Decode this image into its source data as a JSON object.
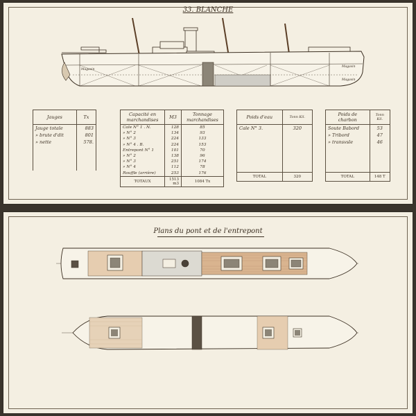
{
  "drawing": {
    "title": "33. BLANCHE",
    "plans_title": "Plans du pont et de l'entrepont"
  },
  "profile": {
    "label_magasin": "Magasin"
  },
  "tables": {
    "jauges": {
      "headers": [
        "Jauges",
        "Tx"
      ],
      "rows": [
        {
          "label": "Jauge totale",
          "value": "883"
        },
        {
          "label": "» brute d'dit",
          "value": "801"
        },
        {
          "label": "» nette",
          "value": "578."
        }
      ]
    },
    "capacite": {
      "headers": [
        "Capacité en marchandises",
        "M3",
        "Tonnage marchandises"
      ],
      "rows": [
        {
          "label": "Cale N° 1 . N.",
          "m3": "128",
          "tonnage": "85"
        },
        {
          "label": "» N° 2",
          "m3": "134",
          "tonnage": "93"
        },
        {
          "label": "» N° 3",
          "m3": "224",
          "tonnage": "133"
        },
        {
          "label": "» N° 4 . B.",
          "m3": "224",
          "tonnage": "153"
        },
        {
          "label": "Entrepont N° 1",
          "m3": "101",
          "tonnage": "70"
        },
        {
          "label": "» N° 2",
          "m3": "138",
          "tonnage": "96"
        },
        {
          "label": "» N° 3",
          "m3": "251",
          "tonnage": "174"
        },
        {
          "label": "» N° 4",
          "m3": "112",
          "tonnage": "78"
        },
        {
          "label": "Rouffle (arrière)",
          "m3": "253",
          "tonnage": "176"
        }
      ],
      "totals_label": "TOTAUX",
      "totals_m3": "1513 m3",
      "totals_tonnage": "1084 Tx"
    },
    "eau": {
      "headers": [
        "Poids d'eau",
        "Tonn Kil."
      ],
      "rows": [
        {
          "label": "Cale N° 3.",
          "value": "320"
        }
      ],
      "total_label": "TOTAL",
      "total_value": "320"
    },
    "charbon": {
      "headers": [
        "Poids de charbon",
        "Tonn Kil."
      ],
      "rows": [
        {
          "label": "Soute Babord",
          "value": "53"
        },
        {
          "label": "» Tribord",
          "value": "47"
        },
        {
          "label": "» transvsle",
          "value": "46"
        }
      ],
      "total_label": "TOTAL",
      "total_value": "148 T"
    }
  },
  "colors": {
    "paper": "#f4efe2",
    "ink": "#3b2f22",
    "wood": "#d9b48f",
    "grey_panel": "#dcdad2"
  }
}
